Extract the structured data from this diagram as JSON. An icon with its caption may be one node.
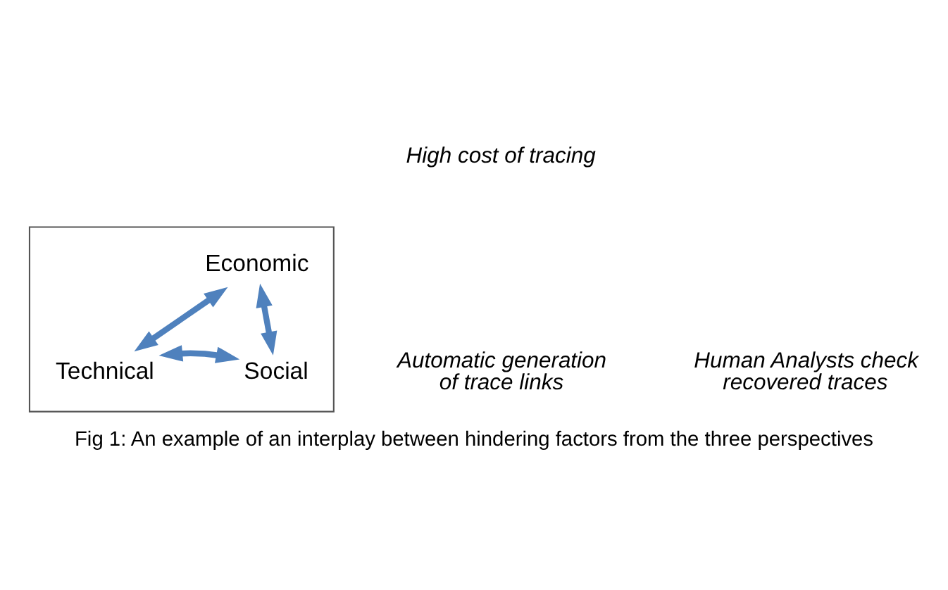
{
  "diagram": {
    "caption": "Fig 1: An example of an interplay between hindering factors from the three perspectives",
    "nodes": [
      {
        "text": [],
        "shape": "triangle"
      },
      {
        "text": [
          "Economic"
        ],
        "in": 0
      },
      {
        "text": [
          "Technical"
        ],
        "in": 0
      },
      {
        "text": [
          "Social"
        ],
        "in": 0
      }
    ],
    "edges": [
      {
        "from": 2,
        "to": 1,
        "arrow": "both"
      },
      {
        "from": 1,
        "to": 3,
        "arrow": "both"
      },
      {
        "from": 2,
        "to": 3,
        "arrow": "both"
      }
    ],
    "labels": [
      "High cost of tracing",
      "Automatic generation of trace links",
      "Human Analysts check recovered traces"
    ]
  }
}
